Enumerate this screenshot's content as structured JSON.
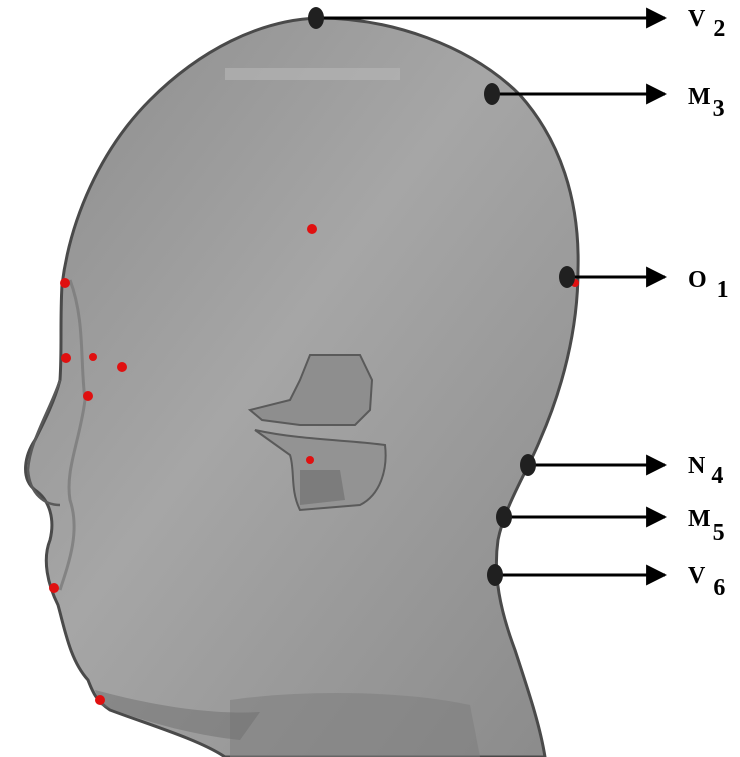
{
  "colors": {
    "head_fill": "#9a9a9a",
    "head_light": "#b3b3b3",
    "head_dark": "#6e6e6e",
    "outline": "#4a4a4a",
    "landmark_red": "#e01010",
    "marker_black": "#202020",
    "arrow": "#000000"
  },
  "labels": [
    {
      "id": "V2",
      "letter": "V",
      "sub": "2"
    },
    {
      "id": "M3",
      "letter": "M",
      "sub": "3"
    },
    {
      "id": "O1",
      "letter": "O",
      "sub": "1"
    },
    {
      "id": "N4",
      "letter": "N",
      "sub": "4"
    },
    {
      "id": "M5",
      "letter": "M",
      "sub": "5"
    },
    {
      "id": "V6",
      "letter": "V",
      "sub": "6"
    }
  ],
  "icons": {
    "head": "head-profile-3d-scan",
    "ear": "ear-icon",
    "landmark": "red-landmark-dot",
    "marker": "black-marker-ellipse"
  }
}
